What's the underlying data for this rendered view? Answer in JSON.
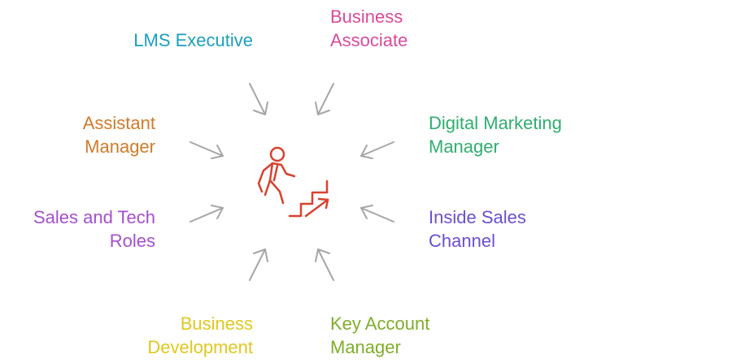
{
  "colors": {
    "arrow": "#a6a6a6",
    "icon": "#d9412f",
    "background": "#ffffff"
  },
  "center_icon": "person-climbing-stairs-icon",
  "roles": [
    {
      "key": "lms",
      "label": "LMS Executive",
      "color": "#1a9fc0"
    },
    {
      "key": "business_associate",
      "label": "Business\nAssociate",
      "color": "#d94a9c"
    },
    {
      "key": "assistant_manager",
      "label": "Assistant\nManager",
      "color": "#d07b2a"
    },
    {
      "key": "digital_marketing",
      "label": "Digital Marketing\nManager",
      "color": "#2fae6e"
    },
    {
      "key": "sales_tech",
      "label": "Sales and Tech\nRoles",
      "color": "#a64fcf"
    },
    {
      "key": "inside_sales",
      "label": "Inside Sales\nChannel",
      "color": "#6b4fd0"
    },
    {
      "key": "business_development",
      "label": "Business\nDevelopment",
      "color": "#e0c81f"
    },
    {
      "key": "key_account",
      "label": "Key Account\nManager",
      "color": "#7fae2a"
    }
  ]
}
